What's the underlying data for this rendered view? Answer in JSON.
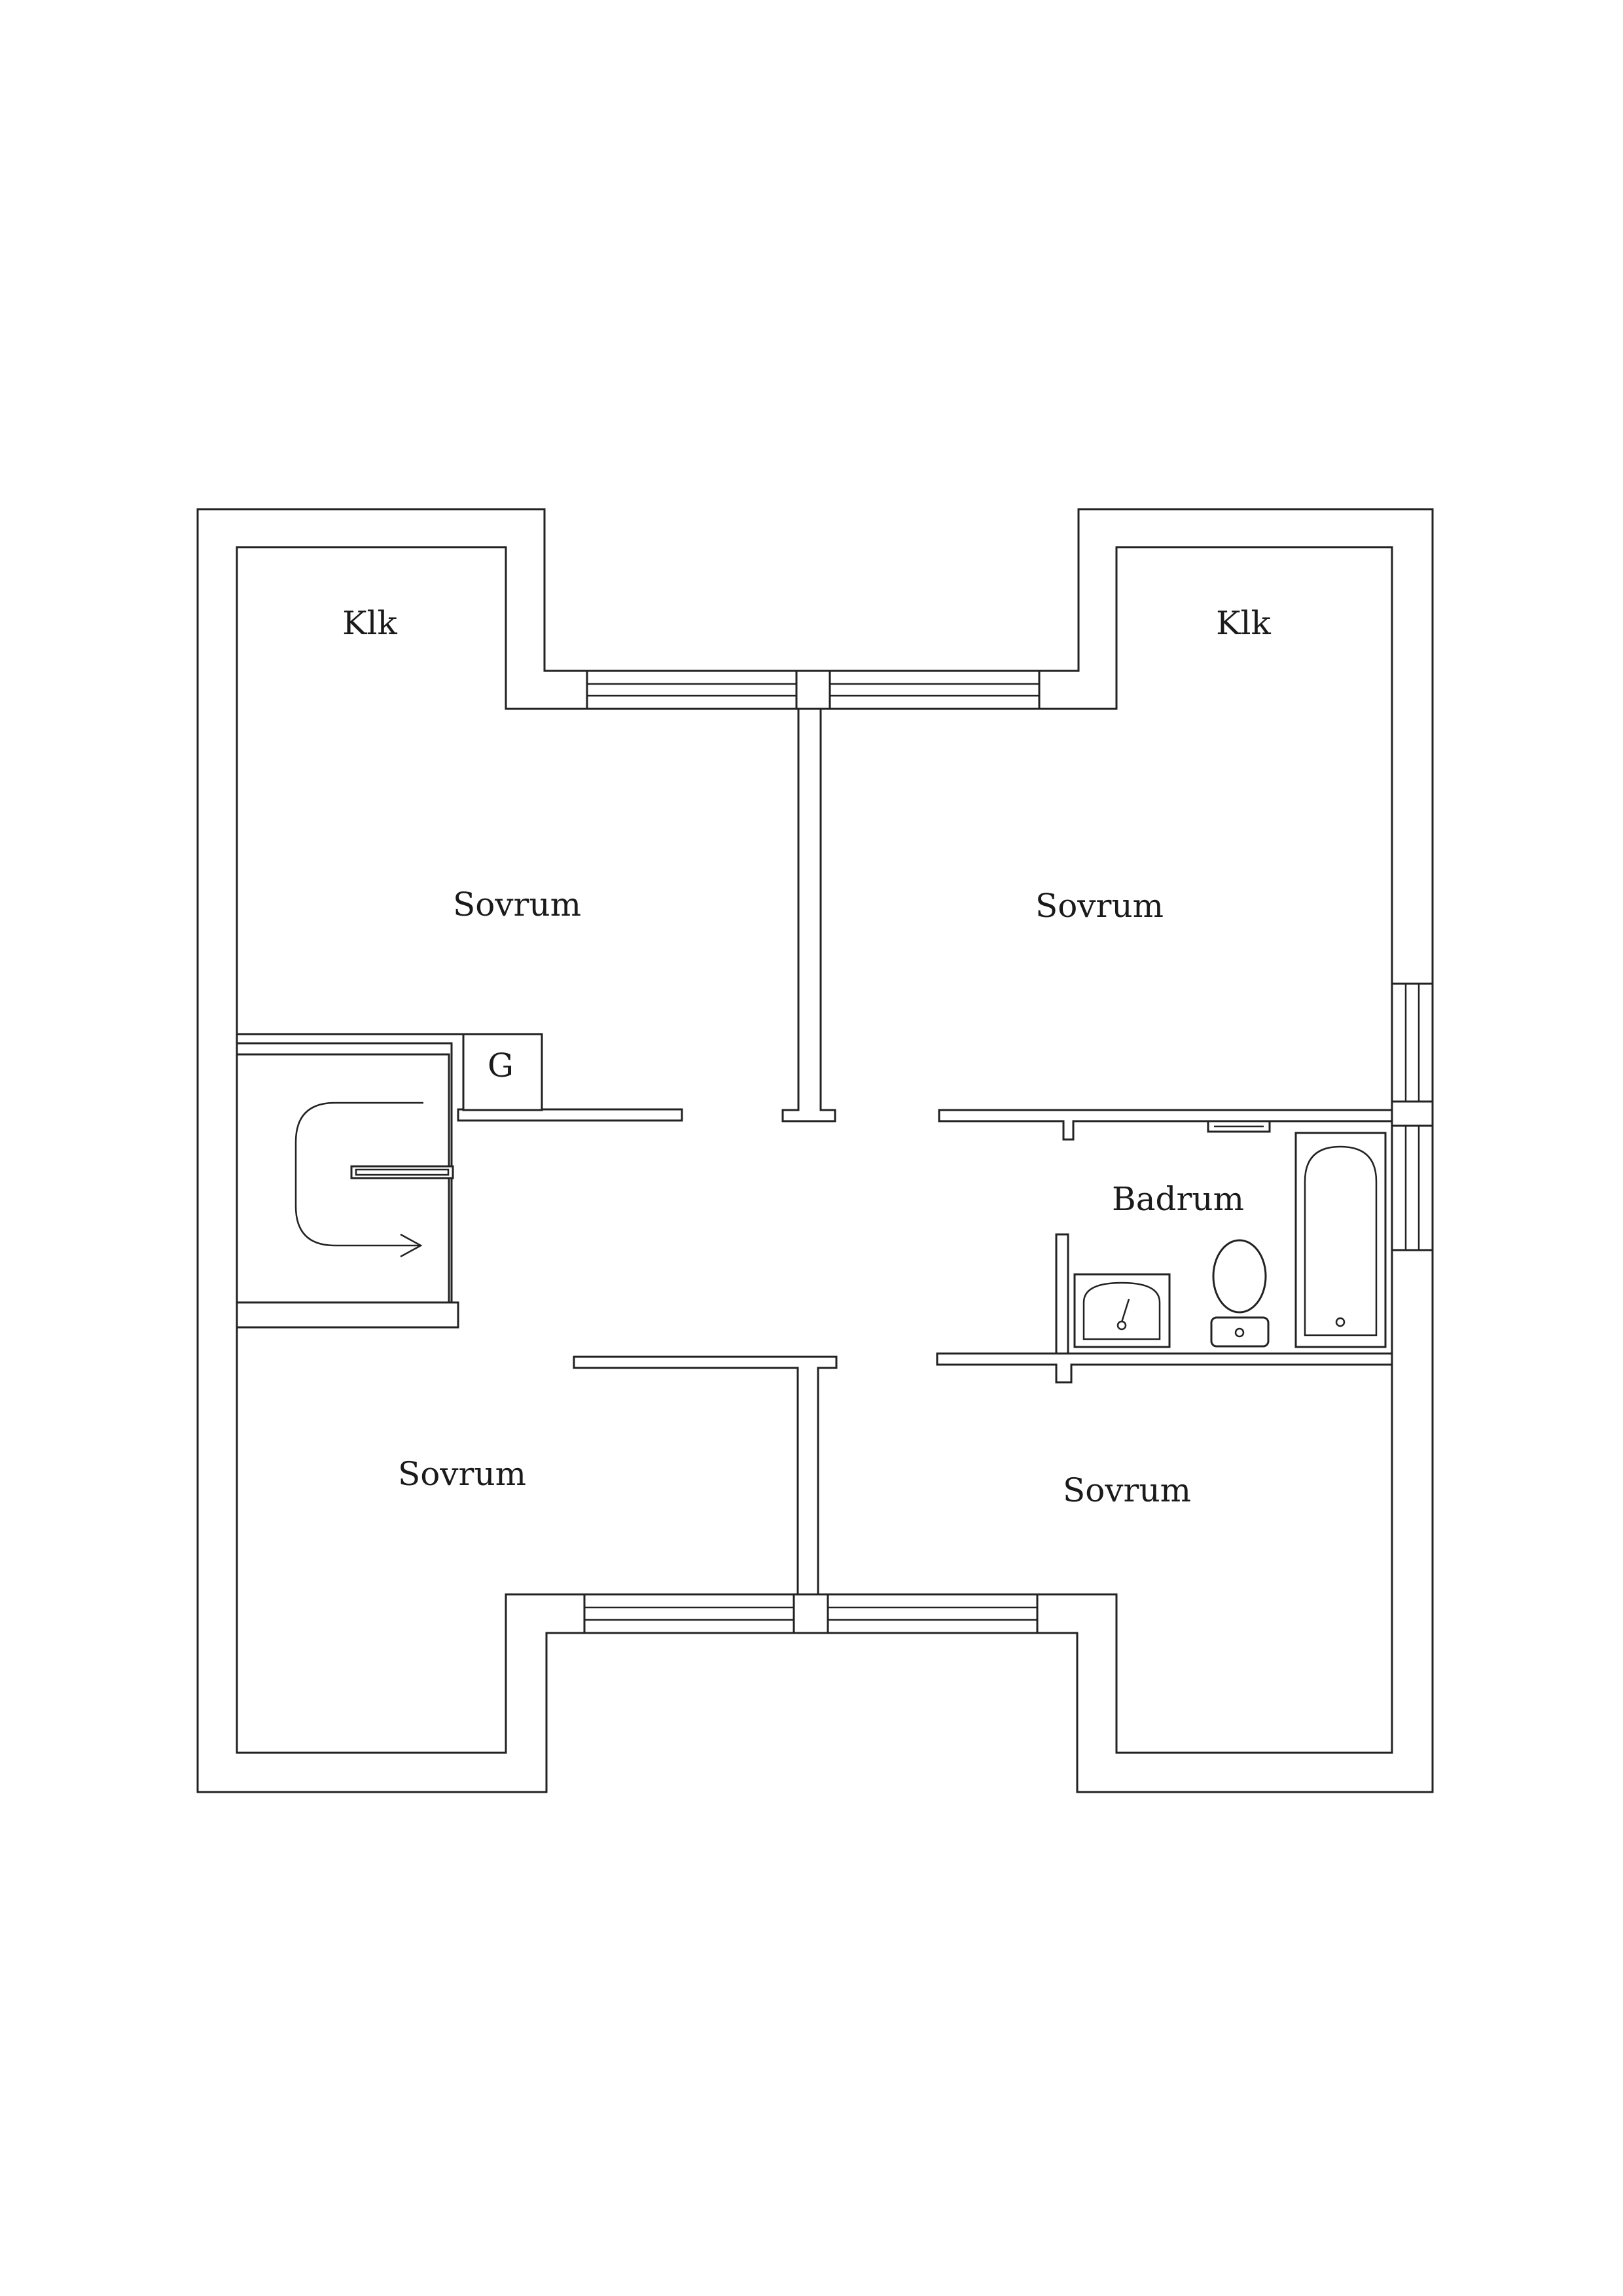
{
  "rooms": {
    "klk_left": "Klk",
    "klk_right": "Klk",
    "sovrum_top_left": "Sovrum",
    "sovrum_top_right": "Sovrum",
    "sovrum_bottom_left": "Sovrum",
    "sovrum_bottom_right": "Sovrum",
    "badrum": "Badrum",
    "g_closet": "G"
  },
  "colors": {
    "line": "#222222",
    "background": "#ffffff"
  },
  "icons": [
    "staircase-icon",
    "sink-icon",
    "toilet-icon",
    "bathtub-icon",
    "radiator-icon"
  ]
}
